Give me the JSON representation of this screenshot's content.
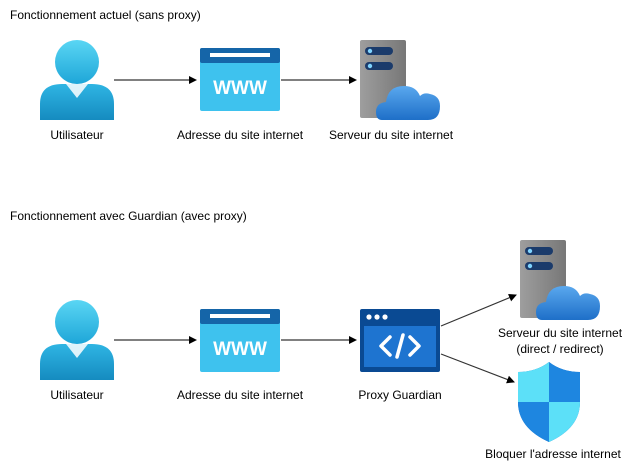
{
  "sections": {
    "current": {
      "title": "Fonctionnement actuel (sans proxy)"
    },
    "guardian": {
      "title": "Fonctionnement avec Guardian (avec proxy)"
    }
  },
  "nodes": {
    "user1": {
      "label": "Utilisateur",
      "icon": "user-icon"
    },
    "www1": {
      "label": "Adresse du site internet",
      "icon": "www-browser-icon"
    },
    "server1": {
      "label": "Serveur du site internet",
      "icon": "cloud-server-icon"
    },
    "user2": {
      "label": "Utilisateur",
      "icon": "user-icon"
    },
    "www2": {
      "label": "Adresse du site internet",
      "icon": "www-browser-icon"
    },
    "proxy": {
      "label": "Proxy Guardian",
      "icon": "code-window-icon"
    },
    "server2": {
      "label": "Serveur du site internet",
      "sublabel": "(direct / redirect)",
      "icon": "cloud-server-icon"
    },
    "block": {
      "label": "Bloquer l'adresse internet",
      "icon": "shield-icon"
    }
  },
  "edges": [
    {
      "from": "user1",
      "to": "www1"
    },
    {
      "from": "www1",
      "to": "server1"
    },
    {
      "from": "user2",
      "to": "www2"
    },
    {
      "from": "www2",
      "to": "proxy"
    },
    {
      "from": "proxy",
      "to": "server2"
    },
    {
      "from": "proxy",
      "to": "block"
    }
  ],
  "icon_text": {
    "www": "WWW"
  },
  "colors": {
    "user_light": "#41C5E8",
    "user_dark": "#1B93C6",
    "www_header": "#1565A8",
    "www_body": "#3EC2EE",
    "proxy_dark": "#0A4A93",
    "proxy_mid": "#1E74D0",
    "server_grey": "#8A8A8A",
    "server_slot": "#1B3B6B",
    "cloud_blue": "#2F8BDD",
    "shield_dark": "#1566C0",
    "shield_light": "#5CE0F8"
  }
}
